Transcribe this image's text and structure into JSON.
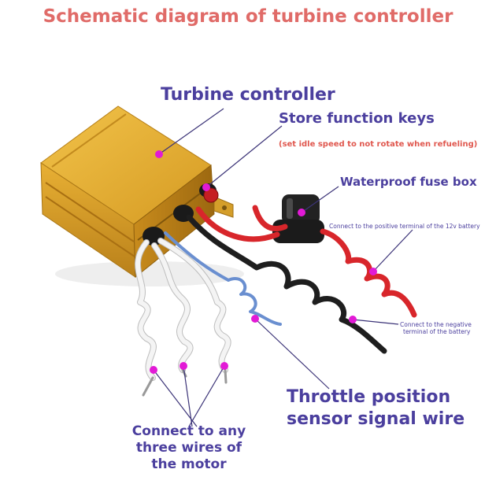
{
  "title": "Schematic diagram of turbine controller",
  "labels": {
    "controller": "Turbine controller",
    "store_keys": "Store function keys",
    "store_note": "(set idle speed to not rotate when refueling)",
    "fuse": "Waterproof fuse box",
    "positive": "Connect to the positive terminal of the 12v battery",
    "negative_1": "Connect to the negative",
    "negative_2": "terminal of the battery",
    "throttle_1": "Throttle position",
    "throttle_2": "sensor signal wire",
    "motor_1": "Connect to any",
    "motor_2": "three wires of",
    "motor_3": "the motor"
  },
  "colors": {
    "title": "#e06b68",
    "label": "#4b3f9e",
    "note": "#e0584f",
    "marker": "#e21ad6",
    "leader": "#3c3478",
    "housing": "#d9a72c",
    "red_wire": "#d8262b",
    "black_wire": "#1e1e1e",
    "white_wire": "#f2f2f2",
    "blue_wire": "#6a8fd0"
  }
}
